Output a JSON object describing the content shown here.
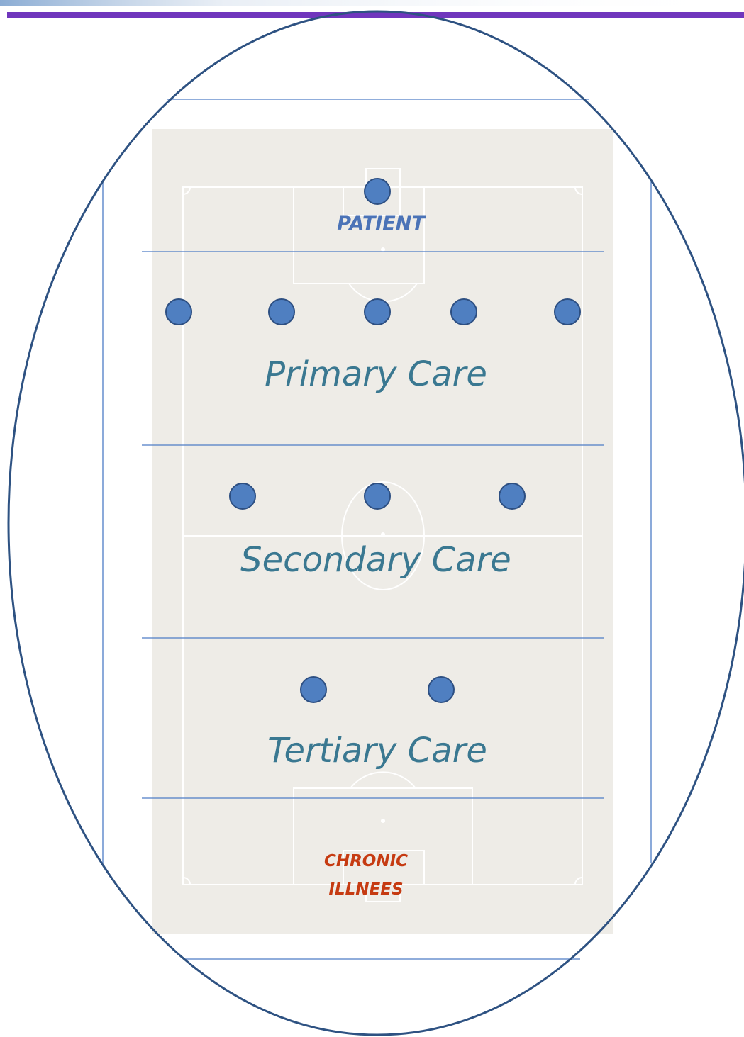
{
  "colors": {
    "top_bar": "#7036bd",
    "top_bar_fade": "#cbd7e6",
    "pitch_fill": "#eeece7",
    "pitch_lines": "#ffffff",
    "guide_lines": "#4d7cc5",
    "ellipse_stroke": "#2e5282",
    "node_fill": "#4f7fc1",
    "node_stroke": "#2d4f82",
    "care_text": "#3a7891",
    "patient_text": "#4b73b7",
    "chronic_text": "#c63b12"
  },
  "top_label": {
    "text": "PATIENT",
    "node_count": 1
  },
  "tiers": [
    {
      "name": "primary",
      "label": "Primary Care",
      "node_count": 5
    },
    {
      "name": "secondary",
      "label": "Secondary Care",
      "node_count": 3
    },
    {
      "name": "tertiary",
      "label": "Tertiary Care",
      "node_count": 2
    }
  ],
  "bottom_label": {
    "lines": [
      "CHRONIC",
      "ILLNEES"
    ]
  }
}
